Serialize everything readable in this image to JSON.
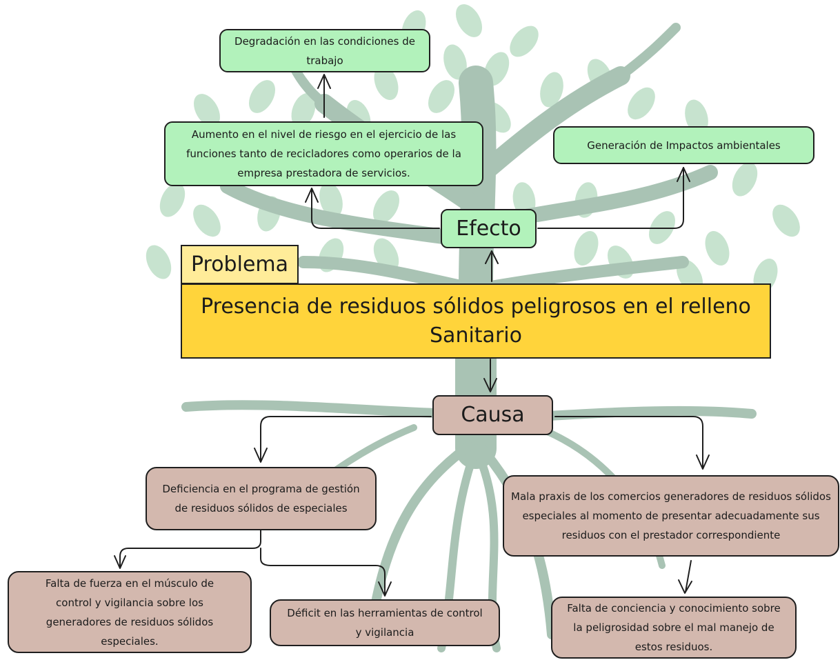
{
  "diagram": {
    "effect_label": "Efecto",
    "effects": {
      "degradacion": "Degradación en las condiciones de trabajo",
      "aumento_riesgo": "Aumento en el nivel de riesgo en el ejercicio de las funciones tanto de recicladores como operarios de la empresa prestadora de servicios.",
      "impactos": "Generación de Impactos ambientales"
    },
    "problem_tag": "Problema",
    "problem": "Presencia de residuos sólidos peligrosos en el relleno Sanitario",
    "cause_label": "Causa",
    "causes": {
      "deficiencia": "Deficiencia en el programa de gestión de residuos sólidos de especiales",
      "mala_praxis": "Mala praxis de los comercios generadores de residuos sólidos especiales al momento de presentar adecuadamente sus residuos con el prestador correspondiente",
      "falta_fuerza": "Falta de fuerza en el músculo de control y vigilancia sobre los generadores de residuos sólidos especiales.",
      "deficit_herramientas": "Déficit en las herramientas de control y vigilancia",
      "falta_conciencia": "Falta de conciencia y conocimiento sobre la peligrosidad sobre el mal manejo de estos residuos."
    }
  },
  "colors": {
    "effect_fill": "#b2f2bb",
    "cause_fill": "#d3b8ae",
    "problem_fill": "#ffd43b",
    "problem_tag_fill": "#ffec99",
    "tree_trunk": "#a9c3b4",
    "tree_leaf": "#c7e3cf"
  },
  "background": "tree-illustration"
}
